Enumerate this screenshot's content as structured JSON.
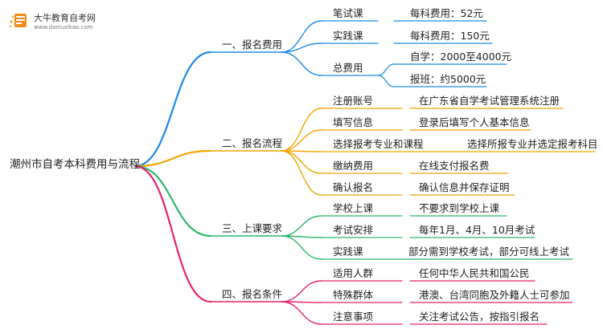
{
  "logo": {
    "name": "大牛教育自考网",
    "url": "www.daniuzikao.com"
  },
  "root": "潮州市自考本科费用与流程",
  "branches": [
    {
      "label": "一、报名费用",
      "color": "#1e8be6",
      "children": [
        {
          "label": "笔试课",
          "value": "每科费用：52元"
        },
        {
          "label": "实践课",
          "value": "每科费用：150元"
        },
        {
          "label": "总费用",
          "values": [
            "自学：2000至4000元",
            "报班：约5000元"
          ]
        }
      ]
    },
    {
      "label": "二、报名流程",
      "color": "#f0a500",
      "children": [
        {
          "label": "注册账号",
          "value": "在广东省自学考试管理系统注册"
        },
        {
          "label": "填写信息",
          "value": "登录后填写个人基本信息"
        },
        {
          "label": "选择报考专业和课程",
          "value": "选择所报专业并选定报考科目"
        },
        {
          "label": "缴纳费用",
          "value": "在线支付报名费"
        },
        {
          "label": "确认报名",
          "value": "确认信息并保存证明"
        }
      ]
    },
    {
      "label": "三、上课要求",
      "color": "#2cb86a",
      "children": [
        {
          "label": "学校上课",
          "value": "不要求到学校上课"
        },
        {
          "label": "考试安排",
          "value": "每年1月、4月、10月考试"
        },
        {
          "label": "实践课",
          "value": "部分需到学校考试，部分可线上考试"
        }
      ]
    },
    {
      "label": "四、报名条件",
      "color": "#e8216e",
      "children": [
        {
          "label": "适用人群",
          "value": "任何中华人民共和国公民"
        },
        {
          "label": "特殊群体",
          "value": "港澳、台湾同胞及外籍人士可参加"
        },
        {
          "label": "注意事项",
          "value": "关注考试公告，按指引报名"
        }
      ]
    }
  ]
}
